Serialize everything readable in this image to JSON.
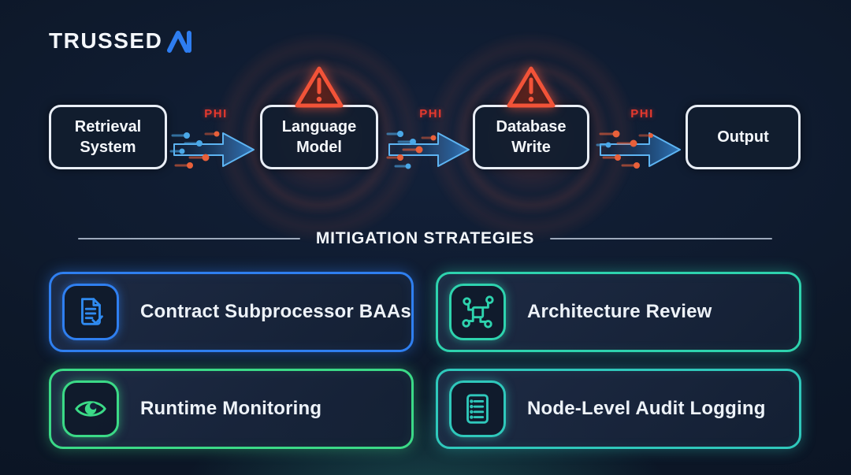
{
  "logo": {
    "text": "TRUSSED",
    "mark": "AI"
  },
  "flow": {
    "phi_label": "PHI",
    "nodes": [
      {
        "label": "Retrieval System",
        "warning": false
      },
      {
        "label": "Language Model",
        "warning": true
      },
      {
        "label": "Database Write",
        "warning": true
      },
      {
        "label": "Output",
        "warning": false
      }
    ]
  },
  "section": {
    "title": "MITIGATION STRATEGIES"
  },
  "cards": [
    {
      "label": "Contract Subprocessor BAAs",
      "icon": "document-check-icon",
      "accent": "#2f7ff0"
    },
    {
      "label": "Architecture Review",
      "icon": "network-nodes-icon",
      "accent": "#2ed3ae"
    },
    {
      "label": "Runtime Monitoring",
      "icon": "eye-icon",
      "accent": "#3bda87"
    },
    {
      "label": "Node-Level Audit Logging",
      "icon": "audit-list-icon",
      "accent": "#2fc8bb"
    }
  ],
  "colors": {
    "background": "#0c1626",
    "node_border": "#e9eef6",
    "phi": "#e5392e",
    "warning": "#f25338",
    "arrow": "#5db4f2",
    "particle_blue": "#4aa8e8",
    "particle_red": "#e8603a",
    "bottom_glow": "#2eaa94",
    "text": "#f2f6fa"
  }
}
